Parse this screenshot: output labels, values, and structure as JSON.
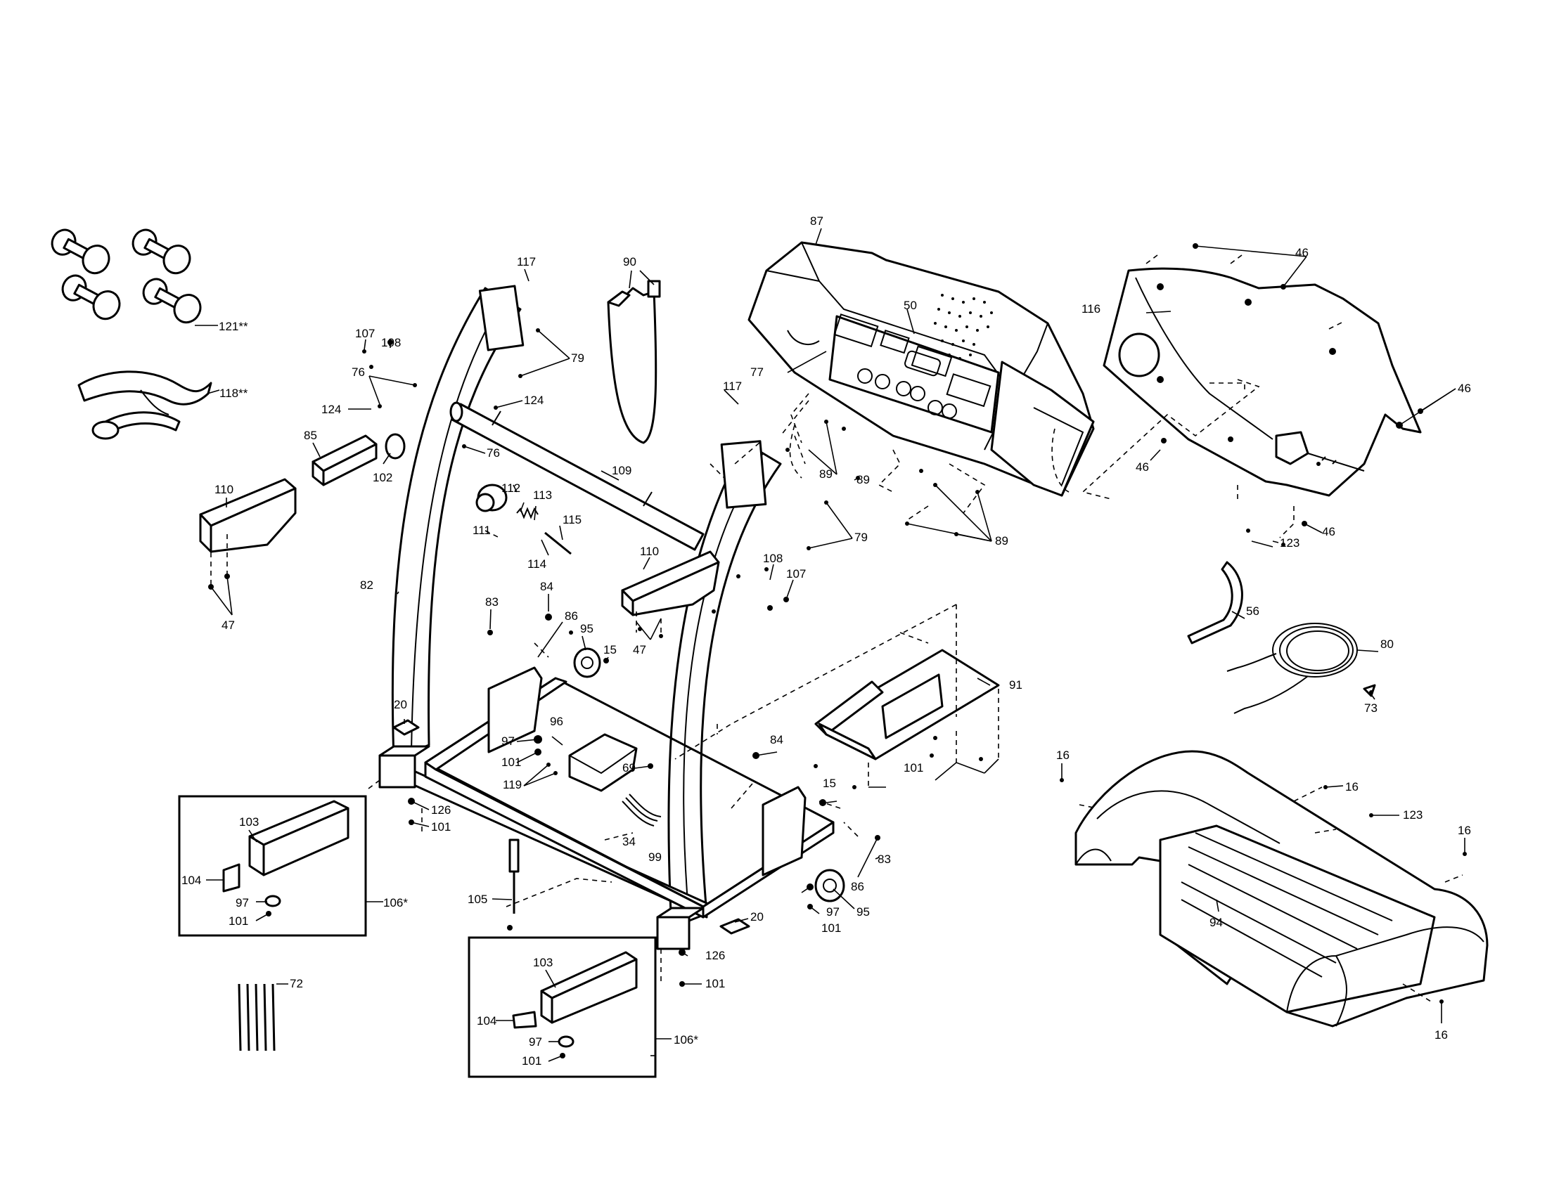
{
  "labels": {
    "l87": "87",
    "l90": "90",
    "l117a": "117",
    "l117b": "117",
    "l50": "50",
    "l77": "77",
    "l46a": "46",
    "l46b": "46",
    "l46c": "46",
    "l46d": "46",
    "l116": "116",
    "l121": "121**",
    "l118": "118**",
    "l107a": "107",
    "l108a": "108",
    "l76a": "76",
    "l76b": "76",
    "l124a": "124",
    "l124b": "124",
    "l79a": "79",
    "l79b": "79",
    "l85": "85",
    "l102": "102",
    "l110a": "110",
    "l110b": "110",
    "l47a": "47",
    "l47b": "47",
    "l109": "109",
    "l112": "112",
    "l113": "113",
    "l111": "111",
    "l114": "114",
    "l115": "115",
    "l89a": "89",
    "l89b": "89",
    "l89c": "89",
    "l108b": "108",
    "l107b": "107",
    "l123a": "123",
    "l123b": "123",
    "l56": "56",
    "l80": "80",
    "l73": "73",
    "l82": "82",
    "l83a": "83",
    "l83b": "83",
    "l84a": "84",
    "l84b": "84",
    "l86a": "86",
    "l86b": "86",
    "l95a": "95",
    "l95b": "95",
    "l15a": "15",
    "l15b": "15",
    "l91": "91",
    "l20a": "20",
    "l20b": "20",
    "l96": "96",
    "l97a": "97",
    "l97b": "97",
    "l97c": "97",
    "l97d": "97",
    "l101a": "101",
    "l101b": "101",
    "l101c": "101",
    "l101d": "101",
    "l101e": "101",
    "l101f": "101",
    "l101g": "101",
    "l119": "119",
    "l69": "69",
    "l126a": "126",
    "l126b": "126",
    "l103a": "103",
    "l103b": "103",
    "l104a": "104",
    "l104b": "104",
    "l106a": "106*",
    "l106b": "106*",
    "l34": "34",
    "l99": "99",
    "l105": "105",
    "l72": "72",
    "l94": "94",
    "l16a": "16",
    "l16b": "16",
    "l16c": "16",
    "l16d": "16"
  }
}
